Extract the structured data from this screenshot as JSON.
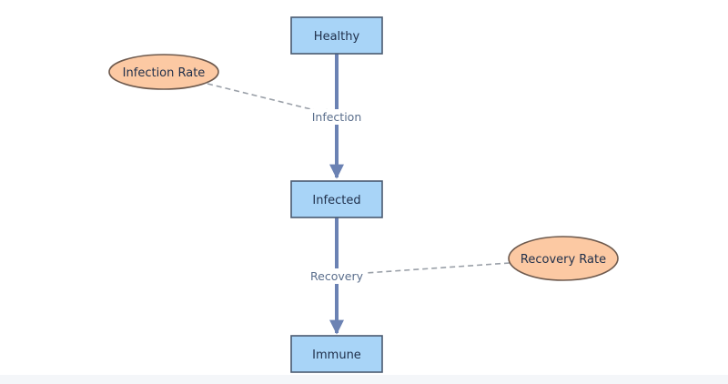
{
  "diagram": {
    "stocks": [
      {
        "id": "healthy",
        "label": "Healthy"
      },
      {
        "id": "infected",
        "label": "Infected"
      },
      {
        "id": "immune",
        "label": "Immune"
      }
    ],
    "flows": [
      {
        "id": "infection",
        "label": "Infection",
        "from": "healthy",
        "to": "infected"
      },
      {
        "id": "recovery",
        "label": "Recovery",
        "from": "infected",
        "to": "immune"
      }
    ],
    "parameters": [
      {
        "id": "infection_rate",
        "label": "Infection Rate",
        "influences": "infection"
      },
      {
        "id": "recovery_rate",
        "label": "Recovery Rate",
        "influences": "recovery"
      }
    ],
    "colors": {
      "stock_fill": "#a8d4f7",
      "stock_border": "#4a5a70",
      "flow_line": "#6b82b3",
      "param_fill": "#fcc9a3",
      "param_border": "#6e5a4e",
      "link_line": "#9aa0a8"
    }
  }
}
